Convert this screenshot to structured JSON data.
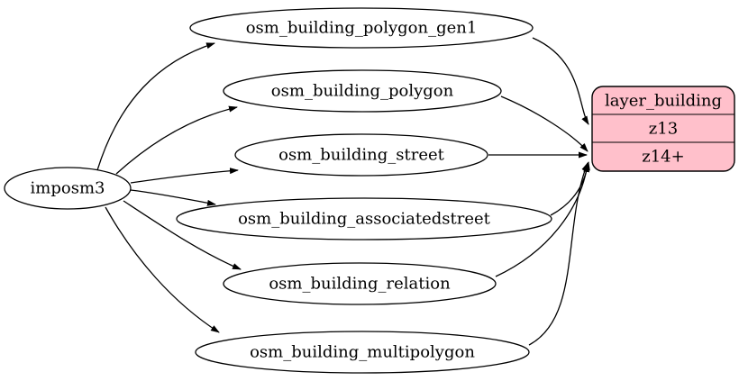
{
  "diagram": {
    "type": "etl-graph",
    "source_node": {
      "label": "imposm3"
    },
    "table_nodes": [
      {
        "label": "osm_building_polygon_gen1"
      },
      {
        "label": "osm_building_polygon"
      },
      {
        "label": "osm_building_street"
      },
      {
        "label": "osm_building_associatedstreet"
      },
      {
        "label": "osm_building_relation"
      },
      {
        "label": "osm_building_multipolygon"
      }
    ],
    "layer_node": {
      "title": "layer_building",
      "rows": {
        "row1": "z13",
        "row2": "z14+"
      },
      "fill": "#ffc0cb"
    },
    "edges": [
      {
        "from": "imposm3",
        "to": "osm_building_polygon_gen1"
      },
      {
        "from": "imposm3",
        "to": "osm_building_polygon"
      },
      {
        "from": "imposm3",
        "to": "osm_building_street"
      },
      {
        "from": "imposm3",
        "to": "osm_building_associatedstreet"
      },
      {
        "from": "imposm3",
        "to": "osm_building_relation"
      },
      {
        "from": "imposm3",
        "to": "osm_building_multipolygon"
      },
      {
        "from": "osm_building_polygon_gen1",
        "to": "layer_building:z13"
      },
      {
        "from": "osm_building_polygon",
        "to": "layer_building:z14+"
      },
      {
        "from": "osm_building_street",
        "to": "layer_building:z14+"
      },
      {
        "from": "osm_building_associatedstreet",
        "to": "layer_building:z14+"
      },
      {
        "from": "osm_building_relation",
        "to": "layer_building:z14+"
      },
      {
        "from": "osm_building_multipolygon",
        "to": "layer_building:z14+"
      }
    ],
    "colors": {
      "node_fill": "#ffffff",
      "stroke": "#000000",
      "layer_fill": "#ffc0cb"
    }
  }
}
